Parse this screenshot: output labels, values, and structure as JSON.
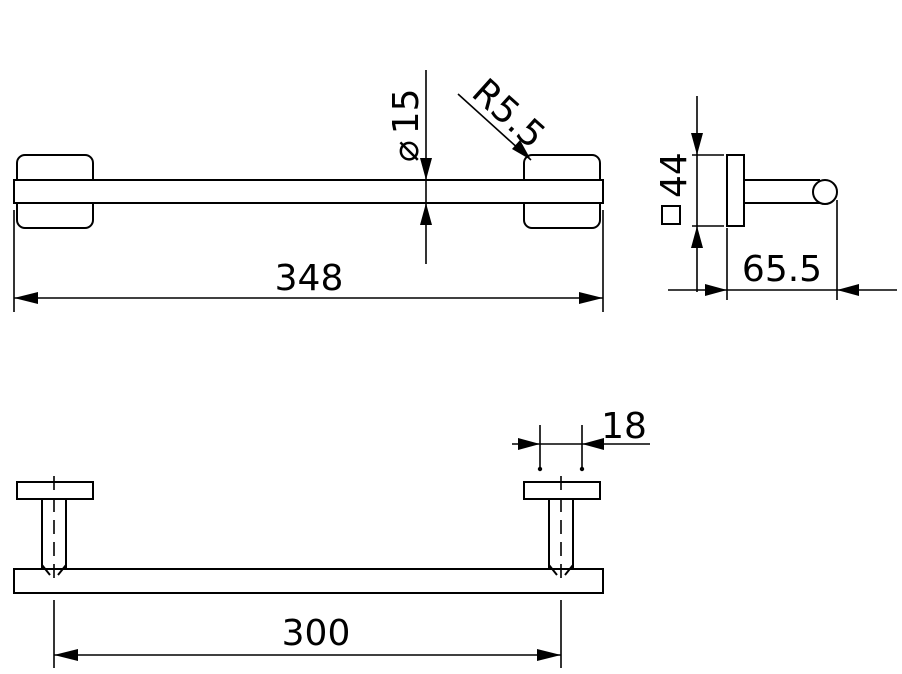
{
  "drawing": {
    "dimensions": {
      "overall_length": "348",
      "tube_diameter_symbol": "⌀",
      "tube_diameter": "15",
      "radius": "R5.5",
      "bracket_height": "44",
      "projection": "65.5",
      "center_distance": "300",
      "post_width": "18"
    }
  }
}
